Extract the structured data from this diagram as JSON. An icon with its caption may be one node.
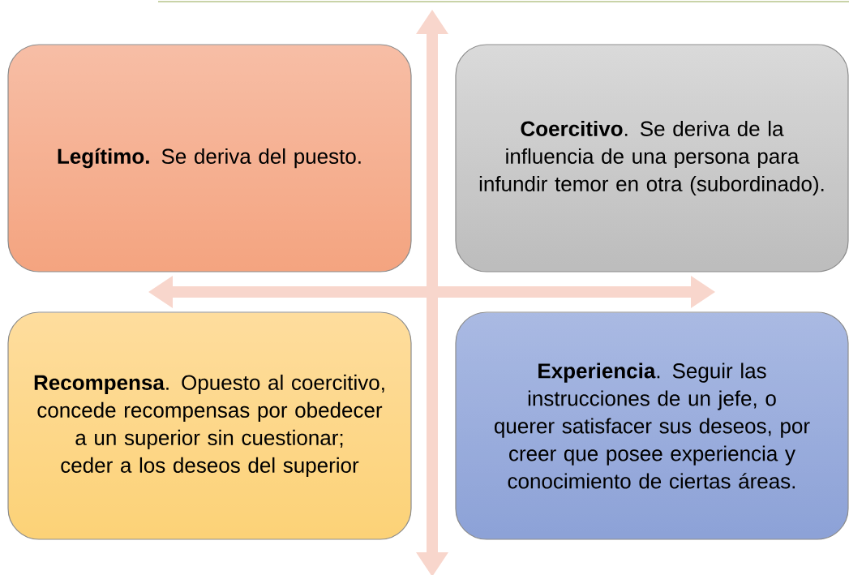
{
  "diagram": {
    "nodes": [
      {
        "text": [
          "**Legítimo.** Se deriva del puesto."
        ]
      },
      {
        "text": [
          "**Coercitivo**. Se deriva de la influencia de una persona para infundir temor en otra (subordinado)."
        ]
      },
      {
        "text": [
          "**Recompensa**. Opuesto al coercitivo, concede recompensas por obedecer a un superior sin cuestionar; ceder a los deseos del superior"
        ]
      },
      {
        "text": [
          "**Experiencia**. Seguir las instrucciones de un jefe, o querer satisfacer sus deseos, por creer que posee experiencia y conocimiento de ciertas áreas."
        ]
      }
    ]
  }
}
